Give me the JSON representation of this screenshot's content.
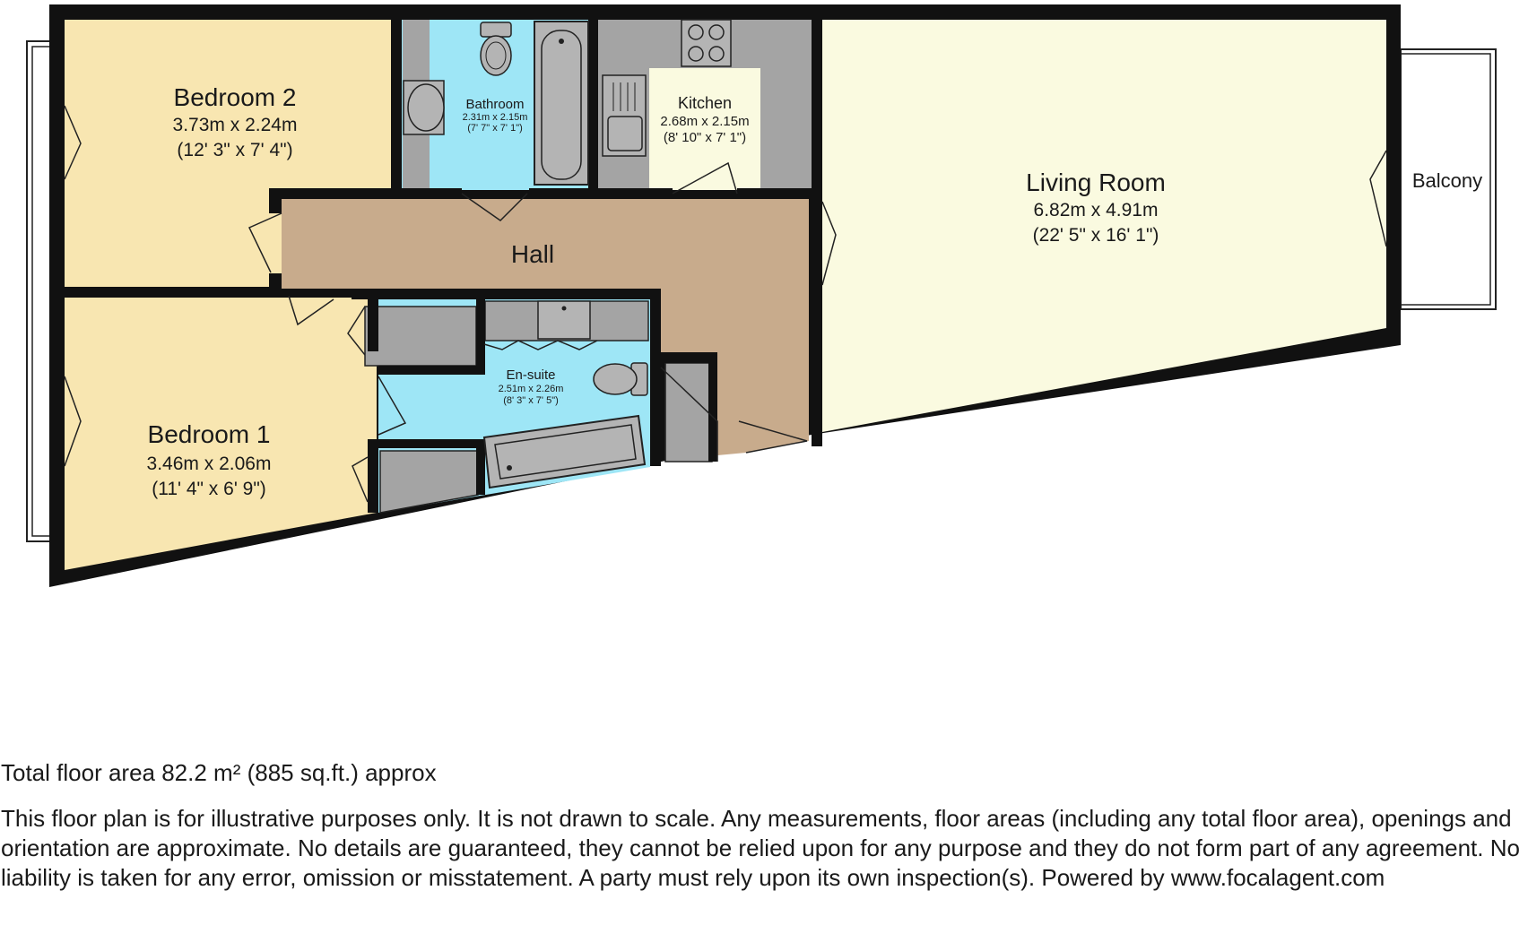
{
  "rooms": {
    "bedroom2": {
      "name": "Bedroom 2",
      "dim_m": "3.73m x 2.24m",
      "dim_ft": "(12' 3\" x 7' 4\")"
    },
    "bathroom": {
      "name": "Bathroom",
      "dim_m": "2.31m x 2.15m",
      "dim_ft": "(7' 7\" x 7' 1\")"
    },
    "kitchen": {
      "name": "Kitchen",
      "dim_m": "2.68m x 2.15m",
      "dim_ft": "(8' 10\" x 7' 1\")"
    },
    "living": {
      "name": "Living Room",
      "dim_m": "6.82m x 4.91m",
      "dim_ft": "(22' 5\" x 16' 1\")"
    },
    "balcony": {
      "name": "Balcony"
    },
    "hall": {
      "name": "Hall"
    },
    "ensuite": {
      "name": "En-suite",
      "dim_m": "2.51m x 2.26m",
      "dim_ft": "(8' 3\" x 7' 5\")"
    },
    "bedroom1": {
      "name": "Bedroom 1",
      "dim_m": "3.46m x 2.06m",
      "dim_ft": "(11' 4\" x 6' 9\")"
    }
  },
  "colors": {
    "bedroom": "#f8e6b1",
    "living": "#fafae0",
    "bathroom": "#9ee6f6",
    "hall": "#c8ab8c",
    "fixture": "#a4a4a4",
    "wall": "#111111"
  },
  "footer": {
    "total_area": "Total floor area 82.2 m² (885 sq.ft.) approx",
    "disclaimer": "This floor plan is for illustrative purposes only. It is not drawn to scale. Any measurements, floor areas (including any total floor area), openings and orientation are approximate. No details are guaranteed, they cannot be relied upon for any purpose and they do not form part of any agreement. No liability is taken for any error, omission or misstatement. A party must rely upon its own inspection(s). Powered by www.focalagent.com"
  }
}
